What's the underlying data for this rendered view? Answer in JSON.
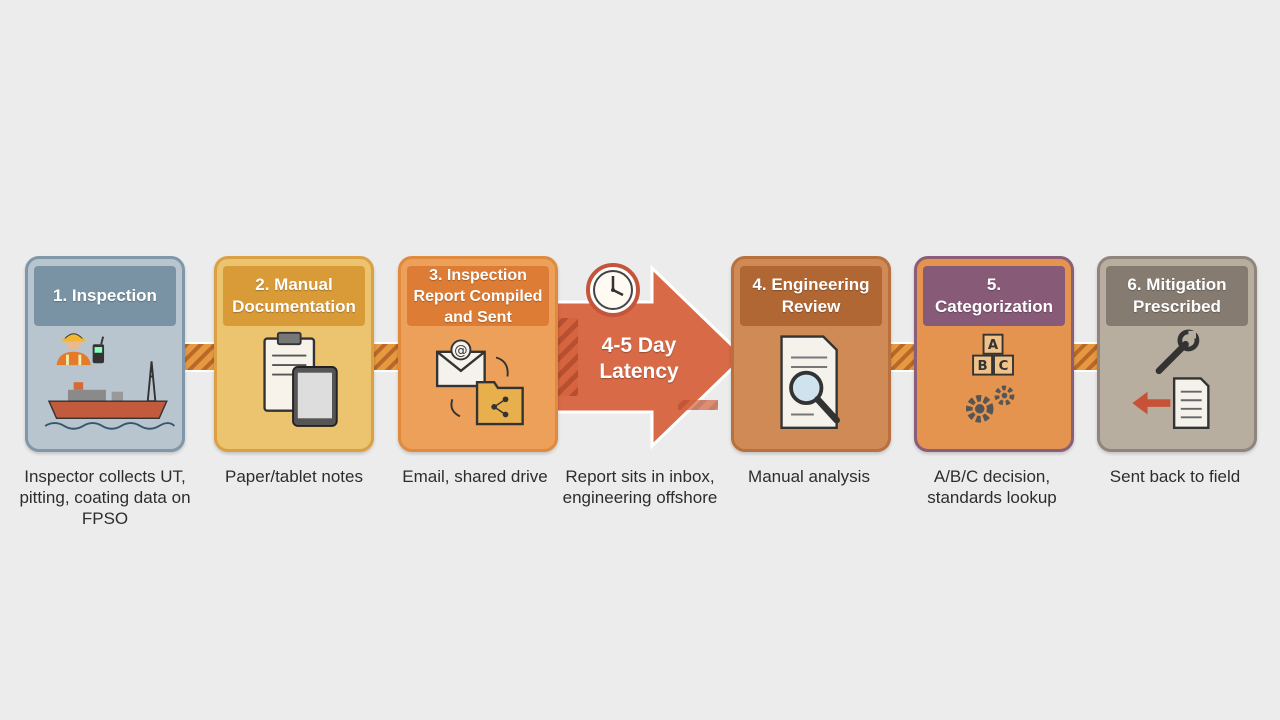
{
  "steps": [
    {
      "title": "1. Inspection",
      "caption": "Inspector collects UT, pitting, coating data on FPSO"
    },
    {
      "title": "2. Manual Documentation",
      "caption": "Paper/tablet notes"
    },
    {
      "title": "3. Inspection Report Compiled and Sent",
      "caption": "Email, shared drive"
    },
    {
      "title": "4. Engineering Review",
      "caption": "Manual analysis"
    },
    {
      "title": "5. Categorization",
      "caption": "A/B/C decision, standards lookup"
    },
    {
      "title": "6. Mitigation Prescribed",
      "caption": "Sent back to field"
    }
  ],
  "latency": {
    "label": "4-5 Day Latency",
    "caption": "Report sits in inbox, engineering offshore",
    "icon": "clock-icon"
  },
  "category_letters": [
    "A",
    "B",
    "C"
  ],
  "icons": [
    "worker-icon",
    "radio-icon",
    "fpso-ship-icon",
    "clipboard-icon",
    "tablet-icon",
    "email-icon",
    "shared-folder-icon",
    "magnifier-document-icon",
    "abc-blocks-icon",
    "gears-icon",
    "wrench-icon",
    "return-arrow-icon",
    "document-icon"
  ],
  "colors": {
    "step1": "#7f97a8",
    "step2": "#e3a542",
    "step3": "#e08a3e",
    "latency": "#d86a47",
    "step4": "#b8703f",
    "step5": "#8a5e78",
    "step6": "#8f857c"
  }
}
